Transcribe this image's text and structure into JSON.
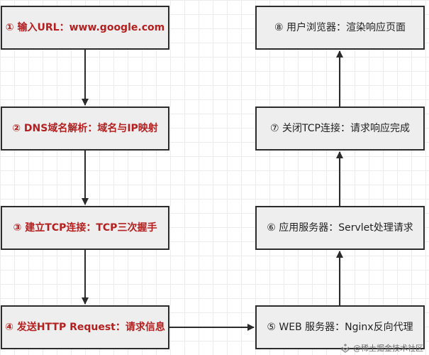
{
  "diagram": {
    "left_steps": [
      "① 输入URL：www.google.com",
      "② DNS域名解析：域名与IP映射",
      "③ 建立TCP连接：TCP三次握手",
      "④ 发送HTTP Request：请求信息"
    ],
    "right_steps": [
      "⑤ WEB 服务器：Nginx反向代理",
      "⑥ 应用服务器：Servlet处理请求",
      "⑦ 关闭TCP连接：请求响应完成",
      "⑧ 用户浏览器：渲染响应页面"
    ],
    "colors": {
      "left_text": "#b41f1f",
      "right_text": "#222222",
      "box_fill": "#eeeeee",
      "box_border": "#2b2b2b",
      "arrow": "#2b2b2b"
    }
  },
  "watermark": {
    "text": "@稀土掘金技术社区"
  }
}
